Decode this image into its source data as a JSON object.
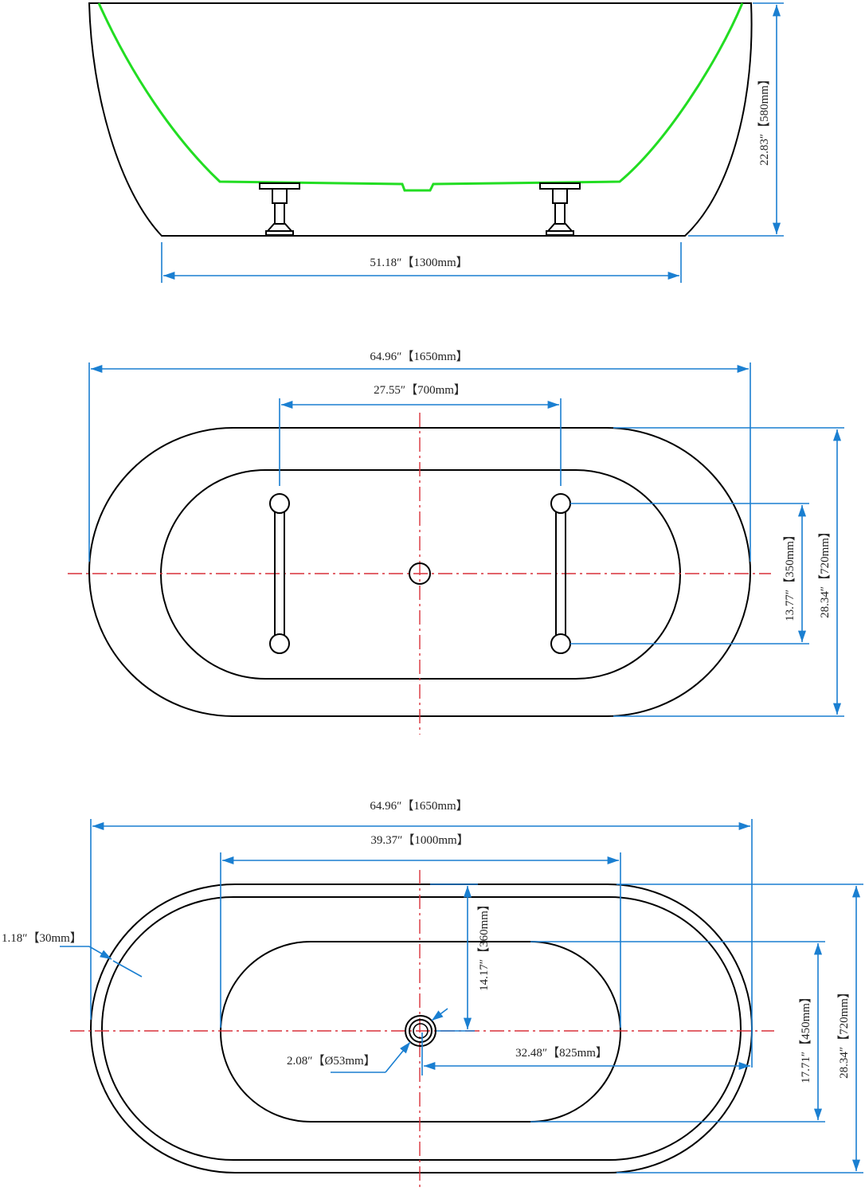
{
  "colors": {
    "outline": "#000000",
    "inner_profile": "#22dd22",
    "dimension": "#1a7fd1",
    "centerline": "#d9303a"
  },
  "side_view": {
    "height_label": "22.83″【580mm】",
    "bottom_length_label": "51.18″【1300mm】"
  },
  "bottom_view": {
    "overall_length_label": "64.96″【1650mm】",
    "feet_spacing_label": "27.55″【700mm】",
    "feet_width_label": "13.77″【350mm】",
    "overall_width_label": "28.34″【720mm】"
  },
  "top_view": {
    "overall_length_label": "64.96″【1650mm】",
    "inner_length_label": "39.37″【1000mm】",
    "rim_label": "1.18″【30mm】",
    "drain_offset_label": "14.17″【360mm】",
    "drain_diameter_label": "2.08″【Ø53mm】",
    "drain_position_label": "32.48″【825mm】",
    "inner_width_label": "17.71″【450mm】",
    "overall_width_label": "28.34″【720mm】"
  }
}
